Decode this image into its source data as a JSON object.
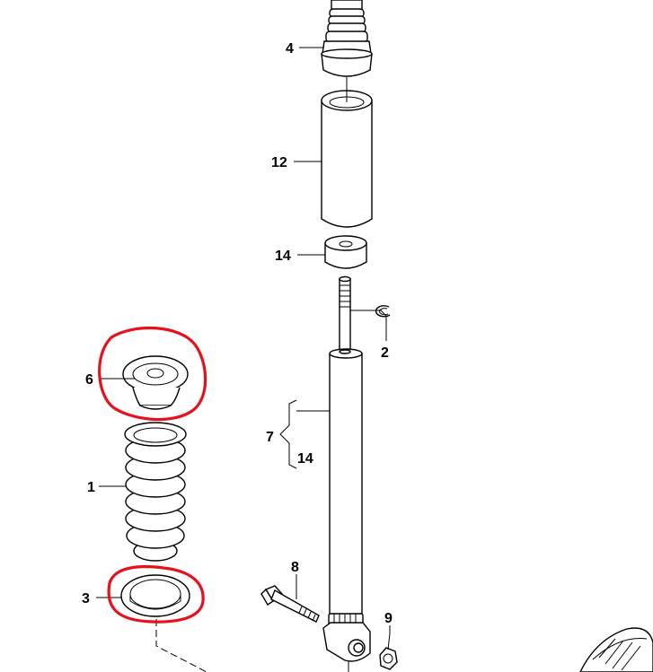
{
  "callouts": {
    "c4": "4",
    "c12": "12",
    "c14a": "14",
    "c2": "2",
    "c6": "6",
    "c7": "7",
    "c14b": "14",
    "c1": "1",
    "c8": "8",
    "c3": "3",
    "c9": "9"
  },
  "highlight_color": "#e8101a"
}
